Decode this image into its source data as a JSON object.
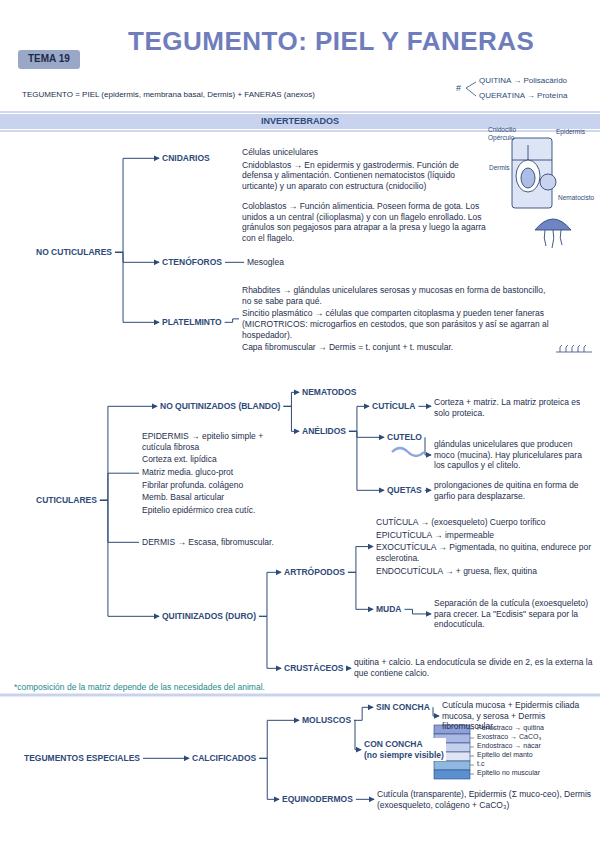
{
  "diagram": {
    "title": "TEGUMENTO: PIEL Y FANERAS",
    "nodes": [
      {
        "text": [
          "TEMA 19"
        ]
      },
      {
        "text": [
          "INVERTEBRADOS"
        ]
      },
      {
        "text": [
          "NO CUTICULARES"
        ]
      },
      {
        "text": [
          "CNIDARIOS"
        ]
      },
      {
        "text": [
          "Células unicelulares",
          "Cnidoblastos → En epidermis y gastrodermis. Función de defensa y alimentación. Contienen nematocistos (líquido urticante) y un aparato con estructura (cnidocilio)"
        ]
      },
      {
        "text": [
          "Coloblastos → Función alimenticia. Poseen forma de gota. Los unidos a un central (cilioplasma) y con un flagelo enrollado. Los gránulos son pegajosos para atrapar a la presa y luego la agarra con el flagelo."
        ]
      },
      {
        "text": [
          "CTENÓFOROS"
        ]
      },
      {
        "text": [
          "Mesoglea"
        ]
      },
      {
        "text": [
          "PLATELMINTO"
        ]
      },
      {
        "text": [
          "Rhabdites → glándulas unicelulares serosas y mucosas en forma de bastoncillo, no se sabe para qué.",
          "Sincitio plasmático → células que comparten citoplasma y pueden tener faneras (MICROTRICOS: microgarfios en cestodos, que son parásitos y así se agarran al hospedador).",
          "Capa fibromuscular → Dermis = t. conjunt + t. muscular."
        ]
      },
      {
        "text": [
          "CUTICULARES"
        ]
      },
      {
        "text": [
          "NO QUITINIZADOS (BLANDO)"
        ]
      },
      {
        "text": [
          "NEMATODOS"
        ]
      },
      {
        "text": [
          "ANÉLIDOS"
        ]
      },
      {
        "text": [
          "CUTÍCULA"
        ]
      },
      {
        "text": [
          "Corteza + matriz. La matriz proteica es solo proteica."
        ]
      },
      {
        "text": [
          "CUTELO"
        ]
      },
      {
        "text": [
          "glándulas unicelulares que producen moco (mucina). Hay pluricelulares para los capullos y el clitelo."
        ]
      },
      {
        "text": [
          "QUETAS"
        ]
      },
      {
        "text": [
          "prolongaciones de quitina en forma de garfio para desplazarse."
        ]
      },
      {
        "text": [
          "EPIDERMIS → epitelio simple + cutícula fibrosa",
          "Corteza ext. lipídica",
          "Matriz media. gluco-prot",
          "Fibrilar profunda. colágeno",
          "Memb. Basal articular",
          "Epitelio epidérmico crea cutíc."
        ]
      },
      {
        "text": [
          "DERMIS → Escasa, fibromuscular."
        ]
      },
      {
        "text": [
          "QUITINIZADOS (DURO)"
        ]
      },
      {
        "text": [
          "ARTRÓPODOS"
        ]
      },
      {
        "text": [
          "CUTÍCULA → (exoesqueleto) Cuerpo torífico",
          "EPICUTÍCULA → impermeable",
          "EXOCUTÍCULA → Pigmentada, no quitina, endurece por esclerotina.",
          "ENDOCUTÍCULA → + gruesa, flex, quitina"
        ]
      },
      {
        "text": [
          "MUDA"
        ]
      },
      {
        "text": [
          "Separación de la cutícula (exoesqueleto) para crecer. La \"Ecdisis\" separa por la endocutícula."
        ]
      },
      {
        "text": [
          "CRUSTÁCEOS"
        ]
      },
      {
        "text": [
          "quitina + calcio. La endocutícula se divide en 2, es la externa la que contiene calcio."
        ]
      },
      {
        "text": [
          "TEGUMENTOS ESPECIALES"
        ]
      },
      {
        "text": [
          "CALCIFICADOS"
        ]
      },
      {
        "text": [
          "MOLUSCOS"
        ]
      },
      {
        "text": [
          "SIN CONCHA"
        ]
      },
      {
        "text": [
          "Cutícula mucosa + Epidermis ciliada mucosa, y serosa + Dermis fibromuscular."
        ]
      },
      {
        "text": [
          "CON CONCHA",
          "(no siempre visible)"
        ]
      },
      {
        "text": [
          "EQUINODERMOS"
        ]
      },
      {
        "text": [
          "Cutícula (transparente), Epidermis (Σ muco-ceo), Dermis (exoesqueleto, colágeno + CaCO₃)"
        ]
      }
    ],
    "edges": [
      {
        "from": 2,
        "to": 3,
        "arrow": "to"
      },
      {
        "from": 2,
        "to": 6,
        "arrow": "to"
      },
      {
        "from": 2,
        "to": 8,
        "arrow": "to"
      },
      {
        "from": 6,
        "to": 7,
        "arrow": "none"
      },
      {
        "from": 8,
        "to": 9,
        "arrow": "none"
      },
      {
        "from": 10,
        "to": 11,
        "arrow": "to"
      },
      {
        "from": 10,
        "to": 20,
        "arrow": "none"
      },
      {
        "from": 10,
        "to": 21,
        "arrow": "none"
      },
      {
        "from": 10,
        "to": 22,
        "arrow": "to"
      },
      {
        "from": 11,
        "to": 12,
        "arrow": "to"
      },
      {
        "from": 11,
        "to": 13,
        "arrow": "to"
      },
      {
        "from": 13,
        "to": 14,
        "arrow": "to"
      },
      {
        "from": 14,
        "to": 15,
        "arrow": "to"
      },
      {
        "from": 13,
        "to": 16,
        "arrow": "to"
      },
      {
        "from": 16,
        "to": 17,
        "arrow": "to"
      },
      {
        "from": 13,
        "to": 18,
        "arrow": "to"
      },
      {
        "from": 18,
        "to": 19,
        "arrow": "to"
      },
      {
        "from": 22,
        "to": 23,
        "arrow": "to"
      },
      {
        "from": 22,
        "to": 27,
        "arrow": "to"
      },
      {
        "from": 23,
        "to": 24,
        "arrow": "to"
      },
      {
        "from": 23,
        "to": 25,
        "arrow": "to"
      },
      {
        "from": 25,
        "to": 26,
        "arrow": "to"
      },
      {
        "from": 27,
        "to": 28,
        "arrow": "to"
      },
      {
        "from": 29,
        "to": 30,
        "arrow": "to"
      },
      {
        "from": 30,
        "to": 31,
        "arrow": "to"
      },
      {
        "from": 30,
        "to": 35,
        "arrow": "to"
      },
      {
        "from": 31,
        "to": 32,
        "arrow": "to"
      },
      {
        "from": 32,
        "to": 33,
        "arrow": "to"
      },
      {
        "from": 31,
        "to": 34,
        "arrow": "to"
      },
      {
        "from": 35,
        "to": 36,
        "arrow": "to"
      }
    ],
    "labels": [
      "TEGUMENTO = PIEL (epidermis, membrana basal, Dermis) + FANERAS (anexos)",
      "#",
      "QUITINA → Polisacárido",
      "QUERATINA → Proteína",
      "Cnidocilio",
      "Opérculo",
      "Epidermis",
      "Dermis",
      "Nematocisto",
      "*composición de la matriz depende de las necesidades del animal.",
      "Periostraco → quitina",
      "Exostraco → CaCO₃",
      "Endostraco → nácar",
      "Epitelio del manto",
      "t.c",
      "Epitelio no muscular"
    ]
  }
}
